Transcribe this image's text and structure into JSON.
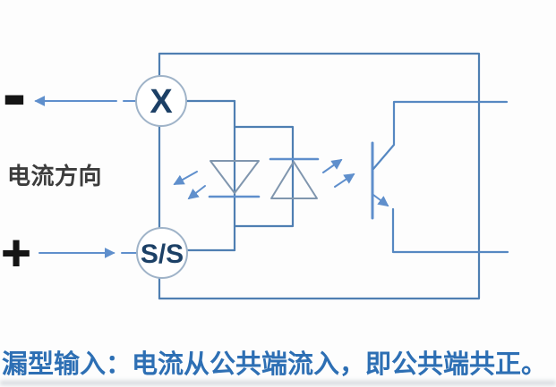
{
  "diagram": {
    "minus_label": "-",
    "plus_label": "+",
    "current_direction_label": "电流方向",
    "node_x_label": "X",
    "node_common_label": "S/S"
  },
  "caption": "漏型输入：电流从公共端流入，即公共端共正。",
  "colors": {
    "line_blue": "#4f7fb2",
    "light_blue": "#5f8fcc",
    "triangle_stroke": "#8096ae",
    "circle_stroke": "#9fb3c8",
    "node_text": "#1c4066",
    "label_text": "#3c3c3c",
    "terminal_text": "#151515",
    "caption_text": "#2d6fb4"
  }
}
